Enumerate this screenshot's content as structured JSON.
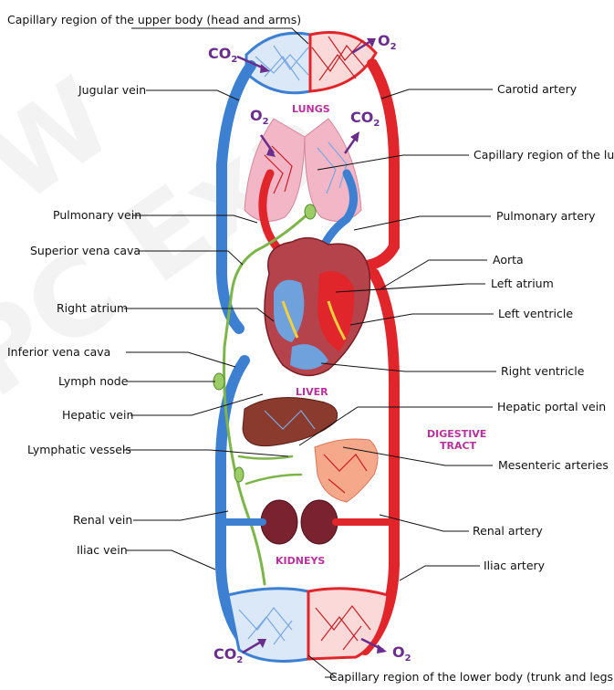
{
  "labels": {
    "capillary_upper": "Capillary region of the upper body (head and arms)",
    "jugular_vein": "Jugular vein",
    "carotid_artery": "Carotid artery",
    "capillary_lung": "Capillary region of the lung",
    "pulmonary_vein": "Pulmonary vein",
    "pulmonary_artery": "Pulmonary artery",
    "superior_vena_cava": "Superior vena cava",
    "aorta": "Aorta",
    "left_atrium": "Left atrium",
    "right_atrium": "Right atrium",
    "left_ventricle": "Left ventricle",
    "inferior_vena_cava": "Inferior vena cava",
    "lymph_node": "Lymph node",
    "right_ventricle": "Right ventricle",
    "hepatic_vein": "Hepatic vein",
    "hepatic_portal_vein": "Hepatic portal vein",
    "lymphatic_vessels": "Lymphatic vessels",
    "mesenteric_arteries": "Mesenteric arteries",
    "renal_vein": "Renal vein",
    "renal_artery": "Renal artery",
    "iliac_vein": "Iliac vein",
    "iliac_artery": "Iliac artery",
    "capillary_lower": "Capillary region of the lower body (trunk and legs)"
  },
  "organs": {
    "lungs": "LUNGS",
    "liver": "LIVER",
    "digestive_line1": "DIGESTIVE",
    "digestive_line2": "TRACT",
    "kidneys": "KIDNEYS"
  },
  "gases": {
    "co2": "CO",
    "o2": "O",
    "co2_sub": "2",
    "o2_sub": "2"
  },
  "colors": {
    "vein": "#3d7fd0",
    "artery": "#e0262b",
    "lymph": "#7db54a",
    "organ_label": "#b8329b",
    "gas_label": "#6a2d8c"
  }
}
